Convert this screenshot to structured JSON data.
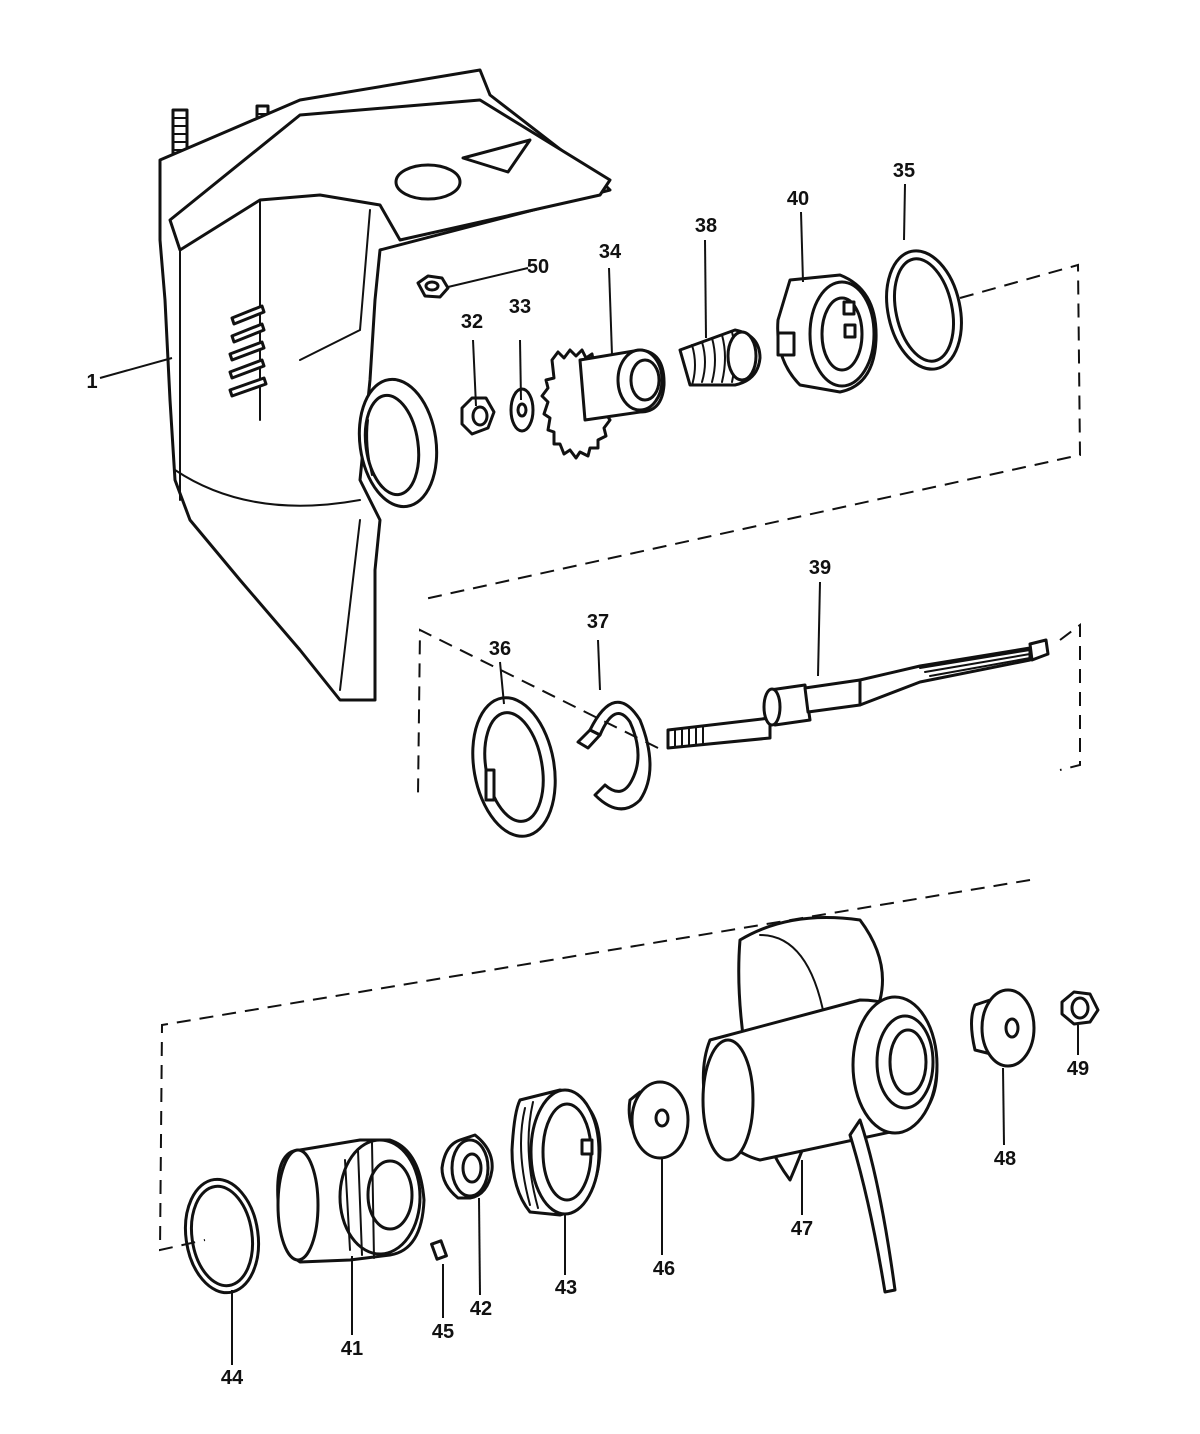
{
  "labels": {
    "p1": "1",
    "p32": "32",
    "p33": "33",
    "p34": "34",
    "p35": "35",
    "p36": "36",
    "p37": "37",
    "p38": "38",
    "p39": "39",
    "p40": "40",
    "p41": "41",
    "p42": "42",
    "p43": "43",
    "p44": "44",
    "p45": "45",
    "p46": "46",
    "p47": "47",
    "p48": "48",
    "p49": "49",
    "p50": "50"
  }
}
